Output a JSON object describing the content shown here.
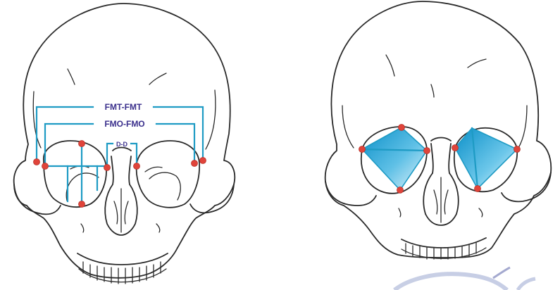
{
  "figure": {
    "labels": {
      "fmt_fmt": "FMT-FMT",
      "fmo_fmo": "FMO-FMO",
      "d_d": "D-D"
    },
    "colors": {
      "outline": "#2a2a2a",
      "measurement": "#1e9bc4",
      "label": "#3a2f8c",
      "landmark": "#e0443a",
      "orbit_fill": "#1e9bc4"
    }
  }
}
